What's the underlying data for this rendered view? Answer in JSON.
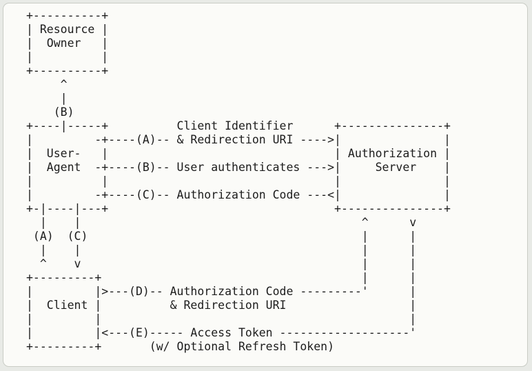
{
  "diagram": {
    "lines": [
      "+----------+",
      "| Resource |",
      "|  Owner   |",
      "|          |",
      "+----------+",
      "     ^",
      "     |",
      "    (B)",
      "+----|-----+          Client Identifier      +---------------+",
      "|         -+----(A)-- & Redirection URI ---->|               |",
      "|  User-   |                                 | Authorization |",
      "|  Agent  -+----(B)-- User authenticates --->|     Server    |",
      "|          |                                 |               |",
      "|         -+----(C)-- Authorization Code ---<|               |",
      "+-|----|---+                                 +---------------+",
      "  |    |                                         ^      v",
      " (A)  (C)                                        |      |",
      "  |    |                                         |      |",
      "  ^    v                                         |      |",
      "+---------+                                      |      |",
      "|         |>---(D)-- Authorization Code ---------'      |",
      "|  Client |          & Redirection URI                  |",
      "|         |                                             |",
      "|         |<---(E)----- Access Token -------------------'",
      "+---------+       (w/ Optional Refresh Token)"
    ]
  }
}
